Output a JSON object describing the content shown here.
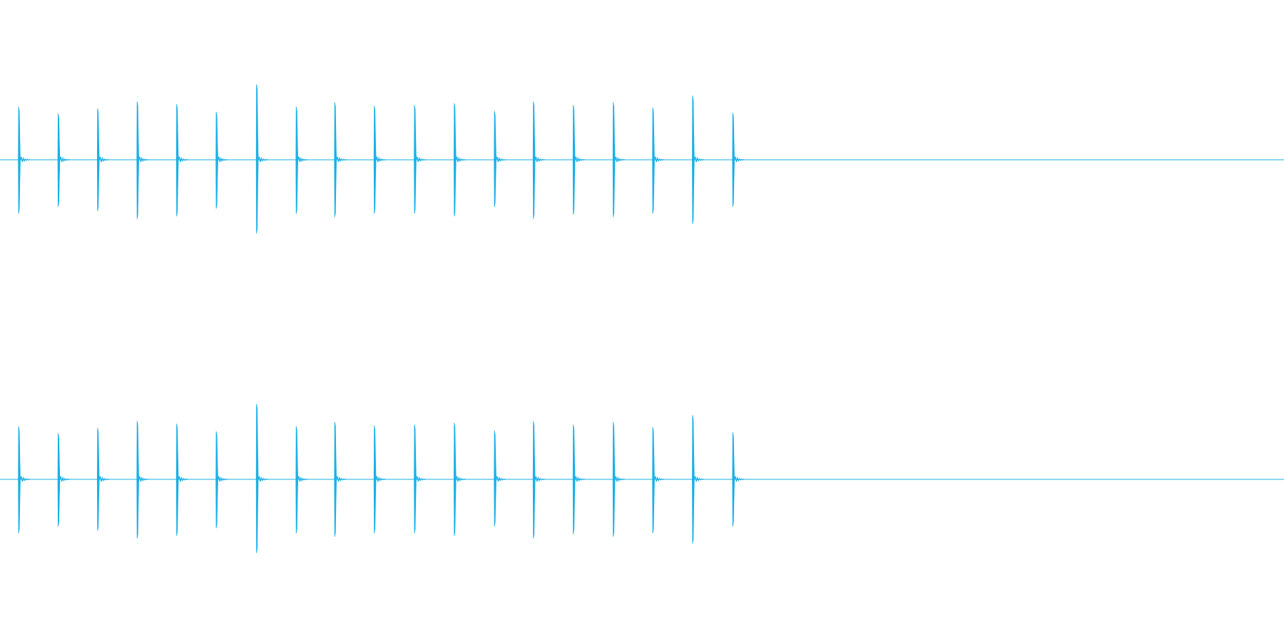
{
  "colors": {
    "background": "#ffffff",
    "waveform": "#1ab0e6"
  },
  "chart_data": {
    "type": "waveform",
    "title": "",
    "xlabel": "",
    "ylabel": "",
    "grid": false,
    "legend": "none",
    "ylim": [
      -1,
      1
    ],
    "duration_fraction_visible": 1.0,
    "channels": [
      {
        "onsets": [
          0.0147,
          0.0455,
          0.0762,
          0.107,
          0.1378,
          0.1686,
          0.2,
          0.2309,
          0.2609,
          0.2917,
          0.323,
          0.354,
          0.3853,
          0.4156,
          0.4467,
          0.4778,
          0.5086,
          0.5396,
          0.5709
        ],
        "peak_pos": [
          0.62,
          0.54,
          0.6,
          0.68,
          0.65,
          0.56,
          0.88,
          0.62,
          0.67,
          0.63,
          0.64,
          0.66,
          0.57,
          0.68,
          0.64,
          0.67,
          0.61,
          0.75,
          0.55
        ],
        "peak_neg": [
          -0.63,
          -0.55,
          -0.6,
          -0.69,
          -0.66,
          -0.57,
          -0.86,
          -0.63,
          -0.67,
          -0.63,
          -0.63,
          -0.66,
          -0.55,
          -0.69,
          -0.64,
          -0.67,
          -0.63,
          -0.75,
          -0.55
        ]
      },
      {
        "onsets": [
          0.0147,
          0.0455,
          0.0762,
          0.107,
          0.1378,
          0.1686,
          0.2,
          0.2309,
          0.2609,
          0.2917,
          0.323,
          0.354,
          0.3853,
          0.4156,
          0.4467,
          0.4778,
          0.5086,
          0.5396,
          0.5709
        ],
        "peak_pos": [
          0.62,
          0.54,
          0.6,
          0.68,
          0.65,
          0.56,
          0.88,
          0.62,
          0.67,
          0.63,
          0.64,
          0.66,
          0.57,
          0.68,
          0.64,
          0.67,
          0.61,
          0.75,
          0.55
        ],
        "peak_neg": [
          -0.63,
          -0.55,
          -0.6,
          -0.69,
          -0.66,
          -0.57,
          -0.86,
          -0.63,
          -0.67,
          -0.63,
          -0.63,
          -0.66,
          -0.55,
          -0.69,
          -0.64,
          -0.67,
          -0.63,
          -0.75,
          -0.55
        ]
      }
    ]
  }
}
